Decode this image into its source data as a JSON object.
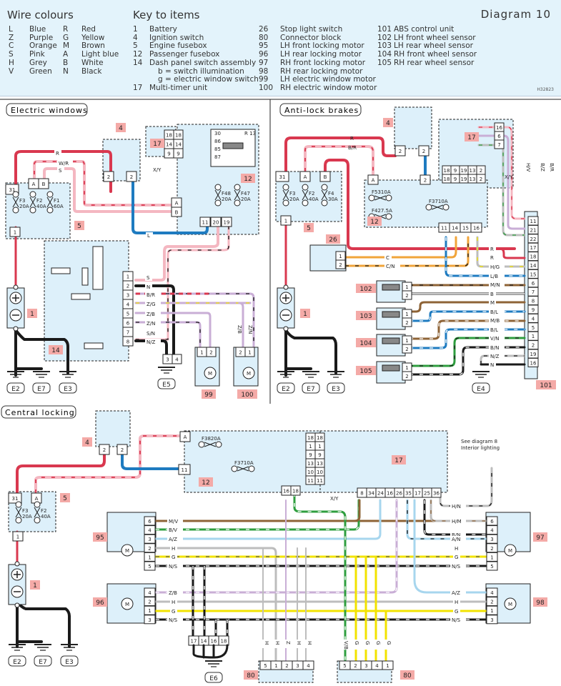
{
  "header": {
    "wire_colours_title": "Wire colours",
    "wire_colours": [
      {
        "code": "L",
        "name": "Blue"
      },
      {
        "code": "Z",
        "name": "Purple"
      },
      {
        "code": "C",
        "name": "Orange"
      },
      {
        "code": "S",
        "name": "Pink"
      },
      {
        "code": "H",
        "name": "Grey"
      },
      {
        "code": "V",
        "name": "Green"
      },
      {
        "code": "R",
        "name": "Red"
      },
      {
        "code": "G",
        "name": "Yellow"
      },
      {
        "code": "M",
        "name": "Brown"
      },
      {
        "code": "A",
        "name": "Light blue"
      },
      {
        "code": "B",
        "name": "White"
      },
      {
        "code": "N",
        "name": "Black"
      }
    ],
    "key_title": "Key to items",
    "key_items": [
      {
        "num": "1",
        "label": "Battery"
      },
      {
        "num": "4",
        "label": "Ignition switch"
      },
      {
        "num": "5",
        "label": "Engine fusebox"
      },
      {
        "num": "12",
        "label": "Passenger fusebox"
      },
      {
        "num": "14",
        "label": "Dash panel switch assembly"
      },
      {
        "num": "",
        "label": "b = switch illumination"
      },
      {
        "num": "",
        "label": "g = electric window switch"
      },
      {
        "num": "17",
        "label": "Multi-timer unit"
      },
      {
        "num": "26",
        "label": "Stop light switch"
      },
      {
        "num": "80",
        "label": "Connector block"
      },
      {
        "num": "95",
        "label": "LH front locking motor"
      },
      {
        "num": "96",
        "label": "LH rear locking motor"
      },
      {
        "num": "97",
        "label": "RH front locking motor"
      },
      {
        "num": "98",
        "label": "RH rear locking motor"
      },
      {
        "num": "99",
        "label": "LH electric window motor"
      },
      {
        "num": "100",
        "label": "RH electric window motor"
      },
      {
        "num": "101",
        "label": "ABS control unit"
      },
      {
        "num": "102",
        "label": "LH front wheel sensor"
      },
      {
        "num": "103",
        "label": "LH rear wheel sensor"
      },
      {
        "num": "104",
        "label": "RH front wheel sensor"
      },
      {
        "num": "105",
        "label": "RH rear wheel sensor"
      }
    ],
    "diagram_title": "Diagram  10",
    "ref_code": "H32823"
  },
  "colors": {
    "red": "#d9384f",
    "pink": "#f4b7c1",
    "blue": "#1e7bc0",
    "black": "#1a1a1a",
    "purple": "#c9aed6",
    "orange": "#f1a43a",
    "grey": "#bdbdbd",
    "yellow": "#f2e300",
    "green": "#2e9e3e",
    "brown": "#8e6336",
    "lightblue": "#a7d6ee",
    "panel": "#ddf0fa",
    "tag": "#f4aaa7"
  },
  "sections": {
    "electric_windows": {
      "title": "Electric windows",
      "tags": {
        "battery": "1",
        "ign": "4",
        "engfuse": "5",
        "pass": "12",
        "mtu": "17",
        "dash": "14",
        "lhwin": "99",
        "rhwin": "100"
      },
      "fuses": [
        "F3 20A",
        "F2 40A",
        "F1 60A"
      ],
      "pass_fuses": [
        "F48 20A",
        "F47 20A"
      ],
      "relay_pins": [
        "30",
        "86",
        "85",
        "87",
        "R 13"
      ],
      "ign_pins": [
        "2",
        "2"
      ],
      "fuse_pins": [
        "31",
        "A",
        "B",
        "1"
      ],
      "mtu_pins": [
        "18",
        "18",
        "14",
        "14",
        "9",
        "9"
      ],
      "pass_conn": [
        "A",
        "B",
        "11",
        "20",
        "19"
      ],
      "dash_pins": [
        "1",
        "2",
        "3",
        "4",
        "5",
        "6",
        "7",
        "8"
      ],
      "wires": [
        "R",
        "W/R",
        "S",
        "L",
        "S",
        "N",
        "B/R",
        "Z/G",
        "Z/B",
        "Z/N",
        "S/N",
        "N/Z",
        "Z/B",
        "Z/N",
        "N",
        "N"
      ],
      "xy": "X/Y",
      "grounds": [
        "E2",
        "E7",
        "E3",
        "E5"
      ],
      "e5_pins": [
        "3",
        "4"
      ],
      "motor_pins_99": [
        "1",
        "2"
      ],
      "motor_pins_100": [
        "2",
        "1"
      ]
    },
    "anti_lock_brakes": {
      "title": "Anti-lock brakes",
      "tags": {
        "battery": "1",
        "ign": "4",
        "engfuse": "5",
        "pass": "12",
        "mtu": "17",
        "stop": "26",
        "abs": "101",
        "s102": "102",
        "s103": "103",
        "s104": "104",
        "s105": "105"
      },
      "fuses": [
        "F3 20A",
        "F2 40A",
        "F4 30A"
      ],
      "pass_fuses": [
        "F53 10A",
        "F37 10A",
        "F42 7.5A"
      ],
      "mtu_pins": [
        "16",
        "6",
        "7"
      ],
      "mtu_conn": [
        "18",
        "9",
        "19",
        "13",
        "2"
      ],
      "pass_bottom": [
        "11",
        "14",
        "15",
        "16"
      ],
      "abs_pins": [
        "11",
        "21",
        "22",
        "17",
        "18",
        "14",
        "15",
        "6",
        "7",
        "8",
        "9",
        "4",
        "5",
        "1",
        "2",
        "19",
        "16"
      ],
      "abs_wires": [
        "R",
        "R",
        "H/G",
        "L/B",
        "M/N",
        "B",
        "M",
        "B/L",
        "M/B",
        "B/L",
        "V/N",
        "B/N",
        "N/Z",
        "N"
      ],
      "stop_wires": [
        "C",
        "C/N"
      ],
      "top_wires": [
        "R",
        "B/R",
        "H/V",
        "B/Z",
        "B/R"
      ],
      "grounds": [
        "E2",
        "E7",
        "E3",
        "E4"
      ],
      "xy": "X/Y"
    },
    "central_locking": {
      "title": "Central locking",
      "tags": {
        "battery": "1",
        "ign": "4",
        "engfuse": "5",
        "pass": "12",
        "mtu": "17",
        "lf": "95",
        "lr": "96",
        "rf": "97",
        "rr": "98",
        "cb1": "80",
        "cb2": "80"
      },
      "fuses": [
        "F3 20A",
        "F2 40A"
      ],
      "pass_fuses": [
        "F38 20A",
        "F37 10A"
      ],
      "mtu_pins": [
        "18",
        "1",
        "9",
        "13",
        "10",
        "11"
      ],
      "mtu_bottom": [
        "8",
        "34",
        "24",
        "16",
        "26",
        "35",
        "17",
        "25",
        "36"
      ],
      "d_pins": [
        "16",
        "18"
      ],
      "note": "See diagram 8\nInterior lighting",
      "note_line1": "See diagram 8",
      "note_line2": "Interior lighting",
      "lf_wires": [
        "M/V",
        "B/V",
        "A/Z",
        "H",
        "G",
        "N/S"
      ],
      "lf_pins": [
        "6",
        "4",
        "3",
        "2",
        "1",
        "5"
      ],
      "lr_wires": [
        "Z/B",
        "H",
        "G",
        "N/S"
      ],
      "lr_pins": [
        "4",
        "2",
        "1",
        "3"
      ],
      "rf_wires": [
        "H/N",
        "H/M",
        "B/N",
        "A/N",
        "H",
        "G",
        "N/S"
      ],
      "rf_pins": [
        "6",
        "4",
        "3",
        "2",
        "1",
        "5"
      ],
      "rr_wires": [
        "A/Z",
        "H",
        "G",
        "N/S"
      ],
      "rr_pins": [
        "4",
        "2",
        "1",
        "3"
      ],
      "e6_pins": [
        "17",
        "14",
        "16",
        "18"
      ],
      "cb1_pins": [
        "5",
        "1",
        "2",
        "3",
        "4"
      ],
      "cb1_wires": [
        "H",
        "H",
        "Z",
        "H",
        "H"
      ],
      "cb2_pins": [
        "5",
        "2",
        "3",
        "4",
        "1"
      ],
      "cb2_wires": [
        "V/B",
        "G",
        "G",
        "G",
        "G"
      ],
      "grounds": [
        "E2",
        "E7",
        "E3",
        "E6"
      ],
      "xy": "X/Y"
    }
  }
}
